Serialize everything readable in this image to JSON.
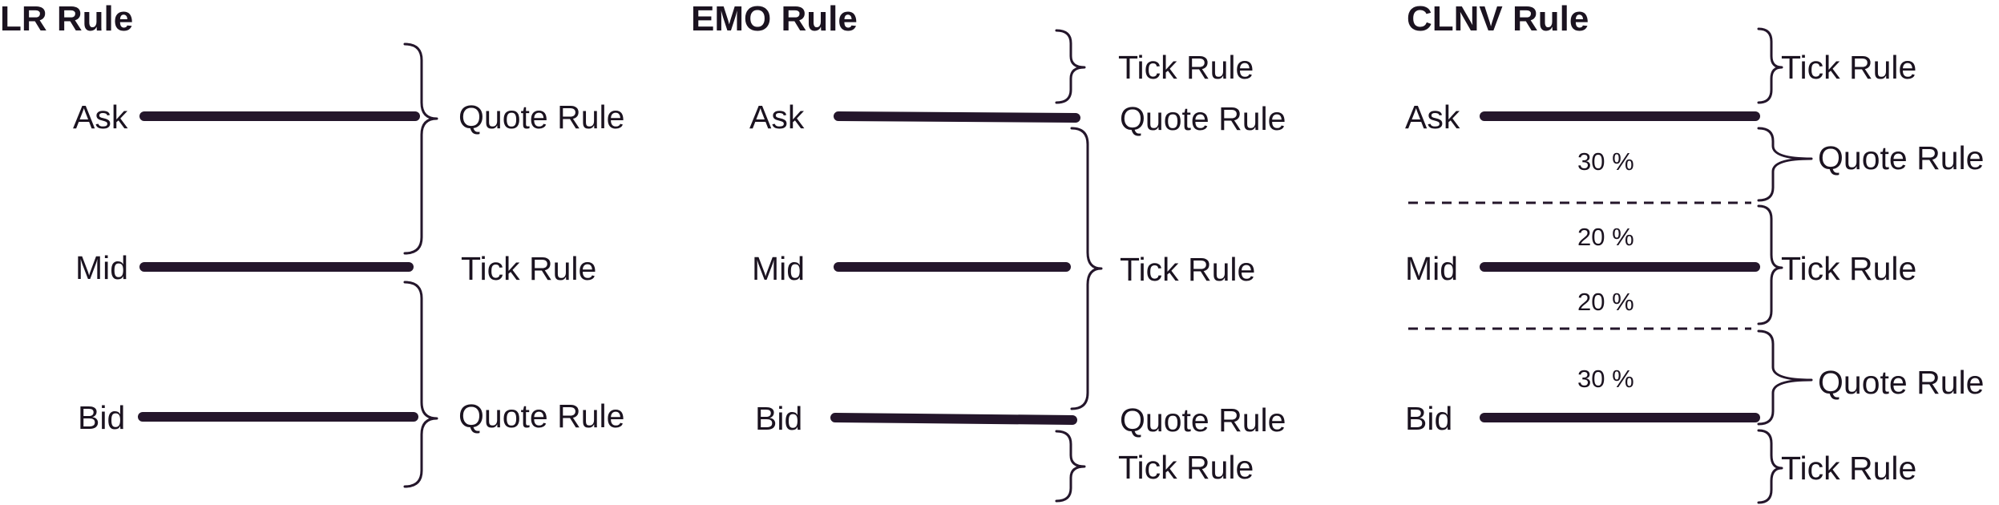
{
  "panels": {
    "lr": {
      "title": "LR Rule",
      "levels": {
        "ask": "Ask",
        "mid": "Mid",
        "bid": "Bid"
      },
      "rules": {
        "upper": "Quote Rule",
        "middle": "Tick Rule",
        "lower": "Quote Rule"
      }
    },
    "emo": {
      "title": "EMO Rule",
      "levels": {
        "ask": "Ask",
        "mid": "Mid",
        "bid": "Bid"
      },
      "rules": {
        "above_ask": "Tick Rule",
        "at_ask": "Quote Rule",
        "inside": "Tick Rule",
        "at_bid": "Quote Rule",
        "below_bid": "Tick Rule"
      }
    },
    "clnv": {
      "title": "CLNV Rule",
      "levels": {
        "ask": "Ask",
        "mid": "Mid",
        "bid": "Bid"
      },
      "rules": {
        "above_ask": "Tick Rule",
        "upper": "Quote Rule",
        "middle": "Tick Rule",
        "lower": "Quote Rule",
        "below_bid": "Tick Rule"
      },
      "percents": {
        "upper": "30 %",
        "middle_top": "20 %",
        "middle_bottom": "20 %",
        "lower": "30 %"
      }
    }
  },
  "colors": {
    "ink": "#24162b",
    "background": "#ffffff"
  }
}
